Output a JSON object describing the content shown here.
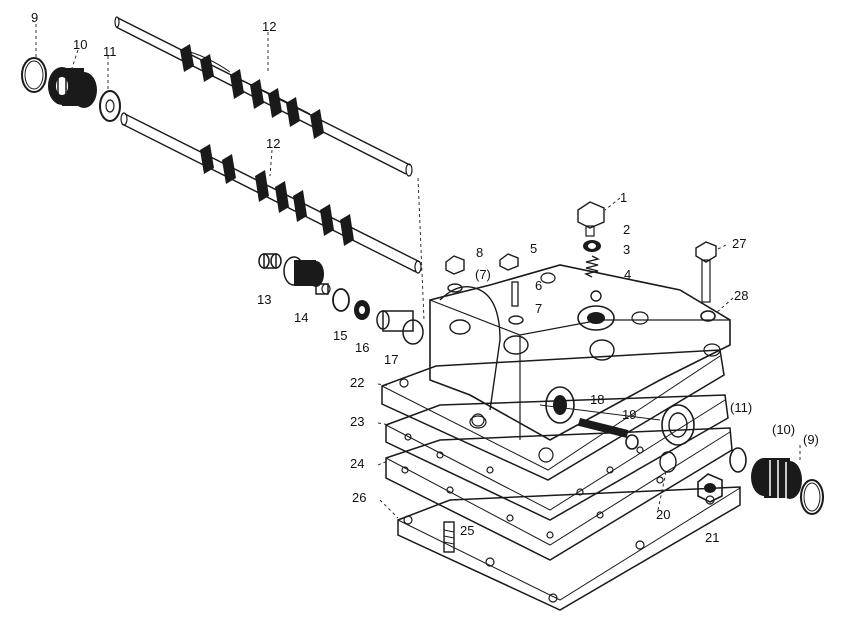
{
  "callouts": {
    "p1": "1",
    "p2": "2",
    "p3": "3",
    "p4": "4",
    "p5": "5",
    "p6": "6",
    "p7a": "(7)",
    "p7b": "7",
    "p8": "8",
    "p9a": "9",
    "p9b": "(9)",
    "p10a": "10",
    "p10b": "(10)",
    "p11a": "11",
    "p11b": "(11)",
    "p12a": "12",
    "p12b": "12",
    "p13": "13",
    "p14": "14",
    "p15": "15",
    "p16": "16",
    "p17": "17",
    "p18": "18",
    "p19": "19",
    "p20": "20",
    "p21": "21",
    "p22": "22",
    "p23": "23",
    "p24": "24",
    "p25": "25",
    "p26": "26",
    "p27": "27",
    "p28": "28"
  },
  "colors": {
    "ink": "#1a1a1a",
    "paper": "#ffffff"
  }
}
